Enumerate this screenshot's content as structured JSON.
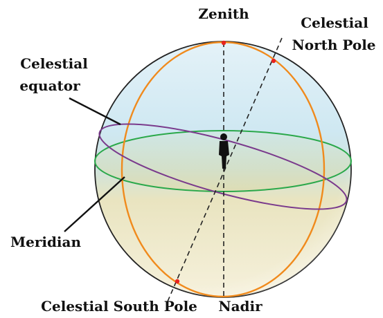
{
  "labels": {
    "zenith": "Zenith",
    "north_pole_line1": "Celestial",
    "north_pole_line2": "North Pole",
    "equator_line1": "Celestial",
    "equator_line2": "equator",
    "meridian": "Meridian",
    "south_pole": "Celestial South Pole",
    "nadir": "Nadir"
  },
  "colors": {
    "sphere_outline": "#222222",
    "meridian": "#f08a1c",
    "horizon": "#2aa84a",
    "equator": "#7a3a8c",
    "pole_markers": "#e8231f",
    "axis_lines": "#222222"
  }
}
